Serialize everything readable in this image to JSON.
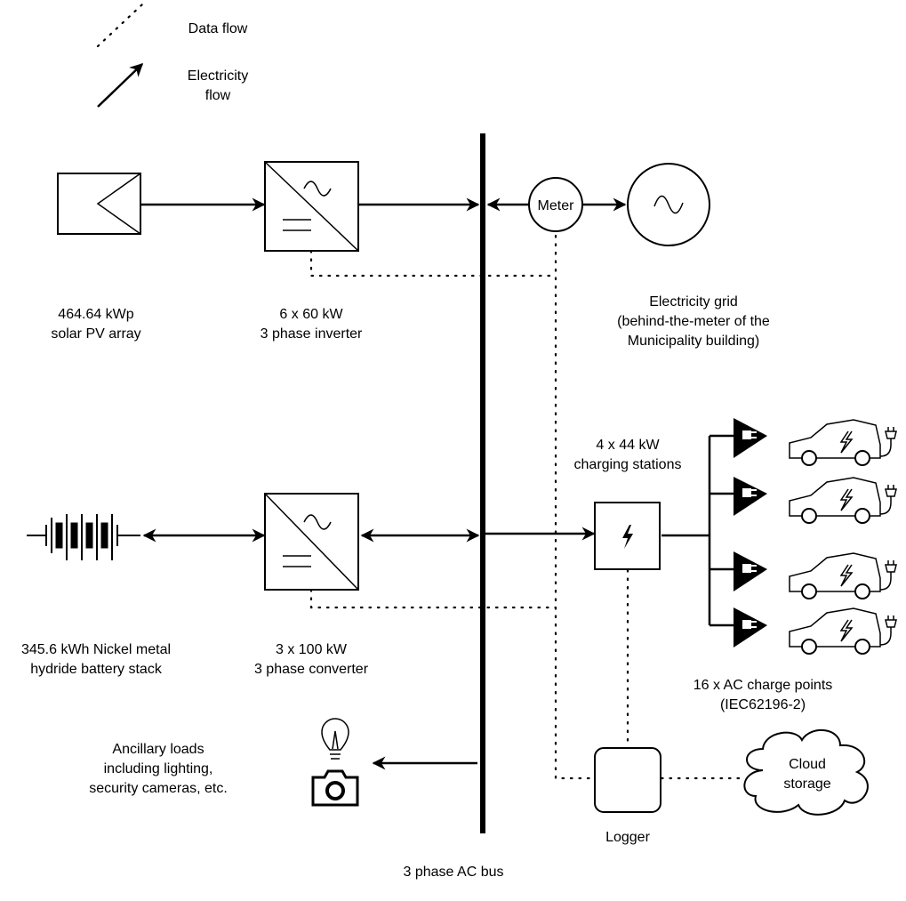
{
  "legend": {
    "data_flow": "Data flow",
    "electricity_flow_line1": "Electricity",
    "electricity_flow_line2": "flow"
  },
  "pv": {
    "line1": "464.64 kWp",
    "line2": "solar PV array"
  },
  "inverter": {
    "line1": "6 x 60 kW",
    "line2": "3 phase inverter"
  },
  "meter": {
    "label": "Meter"
  },
  "grid": {
    "line1": "Electricity grid",
    "line2": "(behind-the-meter of the",
    "line3": "Municipality building)"
  },
  "battery": {
    "line1": "345.6 kWh Nickel metal",
    "line2": "hydride battery stack"
  },
  "converter": {
    "line1": "3 x 100 kW",
    "line2": "3 phase converter"
  },
  "charging_stations": {
    "line1": "4 x 44 kW",
    "line2": "charging stations"
  },
  "charge_points": {
    "line1": "16 x AC charge points",
    "line2": "(IEC62196-2)"
  },
  "loads": {
    "line1": "Ancillary loads",
    "line2": "including lighting,",
    "line3": "security cameras, etc."
  },
  "logger": {
    "label": "Logger"
  },
  "cloud": {
    "line1": "Cloud",
    "line2": "storage"
  },
  "bus": {
    "label": "3 phase AC bus"
  }
}
